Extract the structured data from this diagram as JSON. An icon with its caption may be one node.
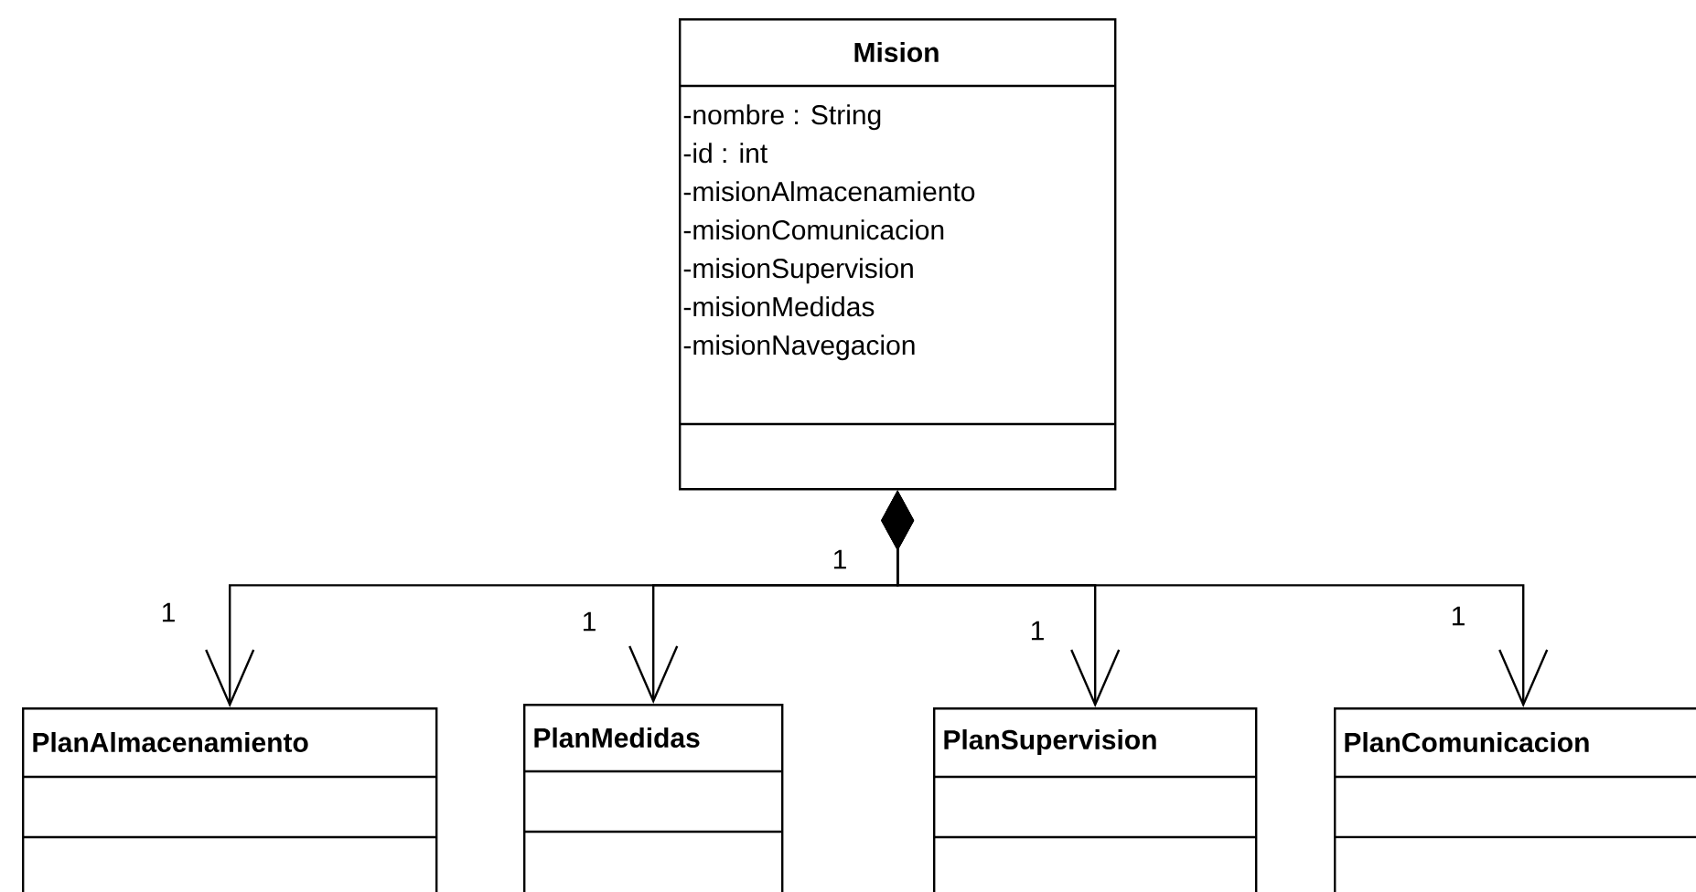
{
  "diagram": {
    "nodes": [
      {
        "text": [
          "Mision",
          "-nombre : String",
          "-id : int",
          "-misionAlmacenamiento",
          "-misionComunicacion",
          "-misionSupervision",
          "-misionMedidas",
          "-misionNavegacion"
        ]
      },
      {
        "text": [
          "PlanAlmacenamiento"
        ]
      },
      {
        "text": [
          "PlanMedidas"
        ]
      },
      {
        "text": [
          "PlanSupervision"
        ]
      },
      {
        "text": [
          "PlanComunicacion"
        ]
      }
    ],
    "edges": [
      {
        "from": 0,
        "to": 1,
        "arrow": "to",
        "label": "1"
      },
      {
        "from": 0,
        "to": 2,
        "arrow": "to",
        "label": "1"
      },
      {
        "from": 0,
        "to": 3,
        "arrow": "to",
        "label": "1"
      },
      {
        "from": 0,
        "to": 4,
        "arrow": "to",
        "label": "1"
      }
    ],
    "labels": [
      "1"
    ]
  }
}
